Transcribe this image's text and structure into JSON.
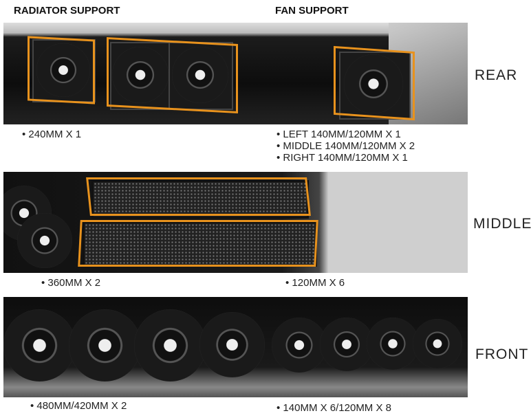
{
  "headers": {
    "radiator": "RADIATOR SUPPORT",
    "fan": "FAN SUPPORT"
  },
  "accent": "#e8921d",
  "sections": [
    {
      "label": "REAR",
      "radiator": [
        "240MM X 1"
      ],
      "fan": [
        "LEFT 140MM/120MM X 1",
        "MIDDLE 140MM/120MM X 2",
        "RIGHT 140MM/120MM X 1"
      ]
    },
    {
      "label": "MIDDLE",
      "radiator": [
        "360MM X 2"
      ],
      "fan": [
        "120MM X 6"
      ]
    },
    {
      "label": "FRONT",
      "radiator": [
        "480MM/420MM X 2"
      ],
      "fan": [
        "140MM X 6/120MM X 8"
      ]
    }
  ]
}
